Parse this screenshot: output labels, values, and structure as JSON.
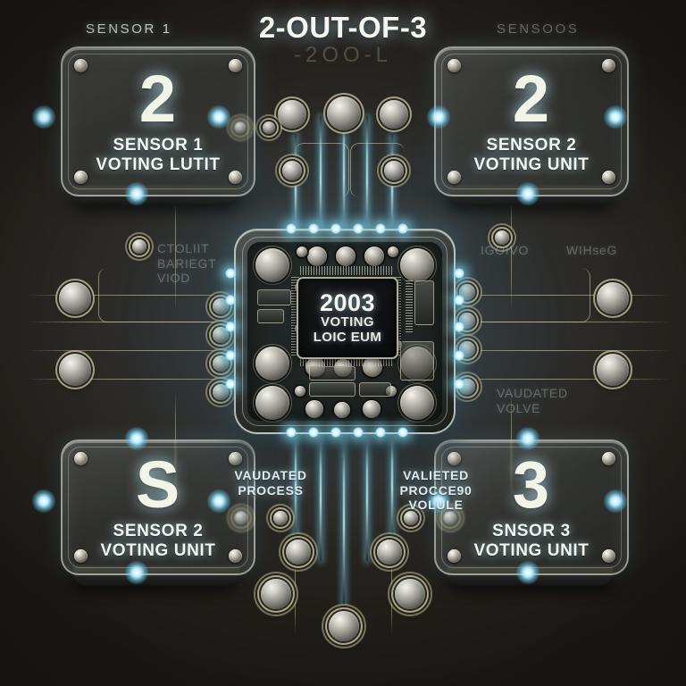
{
  "title": "2-OUT-OF-3",
  "subtitle": "-2OO-L",
  "chart_data": {
    "type": "diagram",
    "title": "2-OUT-OF-3",
    "architecture": "2oo3 voting logic",
    "center_module": "2003 VOTING LOIC EUM",
    "nodes": [
      "SENSOR 1 VOTING LUTIT",
      "SENSOR 2 VOTING UNIT",
      "SENSOR 2 VOTING UNIT",
      "SENSOR 3 VOTING UNIT"
    ],
    "values": [
      "2",
      "2",
      "S",
      "3"
    ]
  },
  "panels": [
    {
      "id": "top-left",
      "top_label": "SENSOR 1",
      "top_label_ghost": false,
      "value": "2",
      "line1": "SENSOR 1",
      "line2": "VOTING LUTIT"
    },
    {
      "id": "top-right",
      "top_label": "SENSOOS",
      "top_label_ghost": true,
      "value": "2",
      "line1": "SENSOR 2",
      "line2": "VOTING UNIT"
    },
    {
      "id": "bottom-left",
      "top_label": "",
      "top_label_ghost": true,
      "value": "S",
      "line1": "SENSOR 2",
      "line2": "VOTING UNIT"
    },
    {
      "id": "bottom-right",
      "top_label": "",
      "top_label_ghost": true,
      "value": "3",
      "line1": "SNSOR 3",
      "line2": "VOTING UNIT"
    }
  ],
  "module": {
    "number": "2003",
    "line1": "VOTING",
    "line2": "LOIC EUM"
  },
  "annotations": {
    "left_process": "VAUDATED\nPROCESS",
    "right_process": "VALIETED\nPROCCE90\nVOLULE",
    "mid_left_ghost": "CTOLIIT\nBARIEGT\nVIOD",
    "mid_right_ghost": "IGOIVO",
    "mid_right2_ghost": "WIHseG",
    "right_lower_ghost": "VAUDATED\nVOLVE"
  },
  "colors": {
    "background": "#2a2824",
    "glow_cyan": "#8ce0f8",
    "trace_gold": "#d2c692",
    "panel_text": "#f4f6ee",
    "title_text": "#f5f7ee"
  }
}
